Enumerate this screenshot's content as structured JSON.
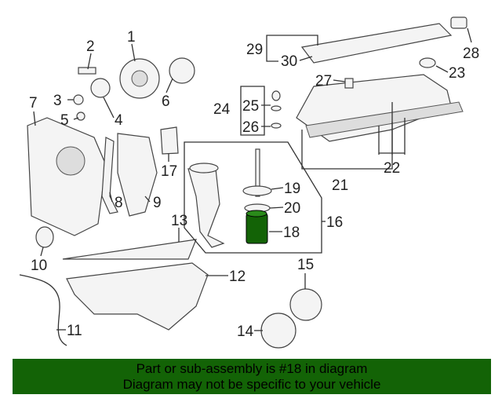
{
  "diagram": {
    "callouts": [
      "1",
      "2",
      "3",
      "4",
      "5",
      "6",
      "7",
      "8",
      "9",
      "10",
      "11",
      "12",
      "13",
      "14",
      "15",
      "16",
      "17",
      "18",
      "19",
      "20",
      "21",
      "22",
      "23",
      "24",
      "25",
      "26",
      "27",
      "28",
      "29",
      "30"
    ],
    "highlighted_part": "18",
    "highlight_color": "#136306"
  },
  "banner": {
    "line1": "Part or sub-assembly is #18 in diagram",
    "line2": "Diagram may not be specific to your vehicle",
    "color": "#136306"
  }
}
